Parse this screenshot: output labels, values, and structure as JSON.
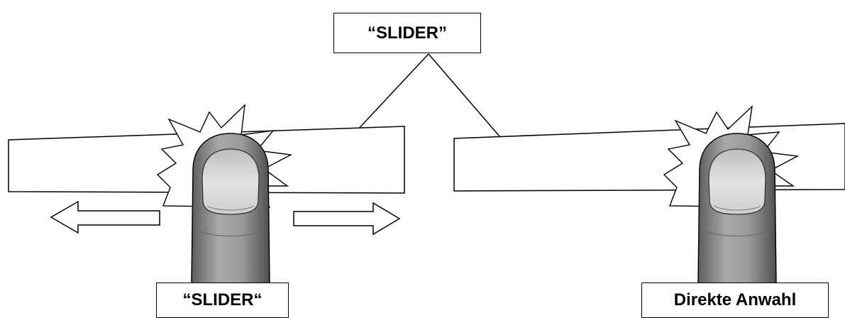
{
  "labels": {
    "top": "“SLIDER”",
    "bottom_left": "“SLIDER“",
    "bottom_right": "Direkte Anwahl"
  },
  "colors": {
    "stroke": "#000000",
    "finger_fill": "#8f8f8f",
    "finger_shadow": "#5a5a5a",
    "nail_fill": "#d6d6d6",
    "background": "#ffffff"
  },
  "icons": {
    "left_arrow": "left-arrow-icon",
    "right_arrow": "right-arrow-icon",
    "burst": "touch-burst-icon",
    "finger": "finger-icon"
  }
}
